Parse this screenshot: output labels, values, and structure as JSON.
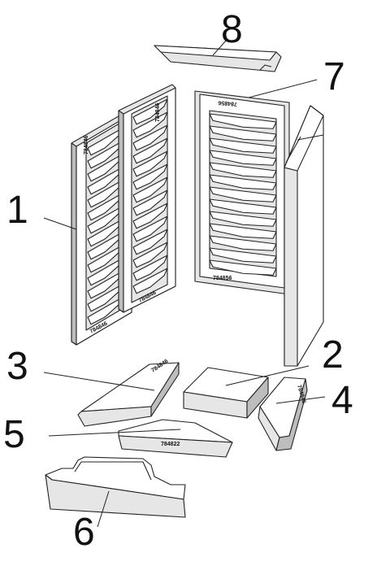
{
  "labels": {
    "part1": "1",
    "part2": "2",
    "part3": "3",
    "part4": "4",
    "part5": "5",
    "part6": "6",
    "part7": "7",
    "part8": "8"
  },
  "codes": {
    "side_top_left": "784846",
    "side_top_right": "784846",
    "side_bottom_left": "784846",
    "side_bottom_right": "784846",
    "back_top": "784856",
    "back_bottom": "784856",
    "part3_code": "784846",
    "part4_code": "784846",
    "part5_code": "784822"
  },
  "colors": {
    "line": "#222222",
    "light_face": "#ffffff",
    "mid_face": "#e6e6e6",
    "dark_face": "#bdbdbd"
  }
}
